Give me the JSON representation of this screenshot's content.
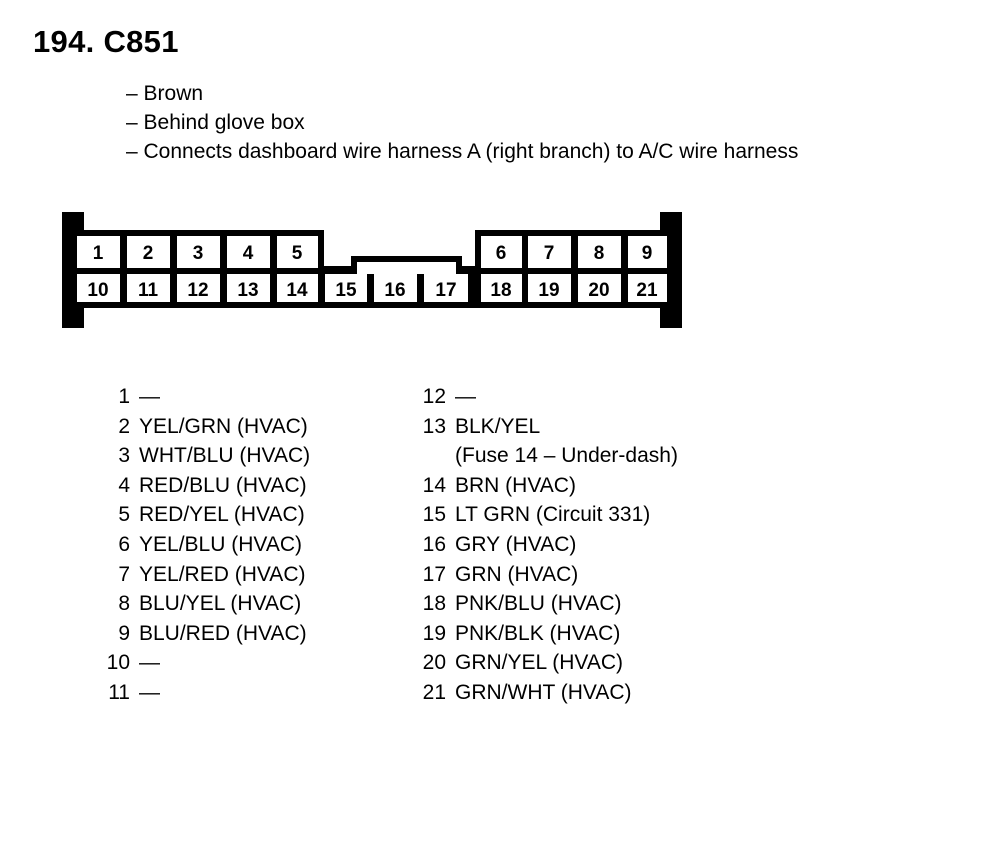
{
  "title": "194. C851",
  "description": [
    "– Brown",
    "– Behind glove box",
    "– Connects dashboard wire harness A (right branch) to A/C wire harness"
  ],
  "connector": {
    "top_row_left": [
      "1",
      "2",
      "3",
      "4",
      "5"
    ],
    "top_row_right": [
      "6",
      "7",
      "8",
      "9"
    ],
    "bottom_row": [
      "10",
      "11",
      "12",
      "13",
      "14",
      "15",
      "16",
      "17",
      "18",
      "19",
      "20",
      "21"
    ],
    "outline_color": "#000000",
    "fill_color": "#ffffff"
  },
  "pins_left": [
    {
      "num": "1",
      "label": "—"
    },
    {
      "num": "2",
      "label": "YEL/GRN (HVAC)"
    },
    {
      "num": "3",
      "label": "WHT/BLU (HVAC)"
    },
    {
      "num": "4",
      "label": "RED/BLU (HVAC)"
    },
    {
      "num": "5",
      "label": "RED/YEL (HVAC)"
    },
    {
      "num": "6",
      "label": "YEL/BLU (HVAC)"
    },
    {
      "num": "7",
      "label": "YEL/RED (HVAC)"
    },
    {
      "num": "8",
      "label": "BLU/YEL (HVAC)"
    },
    {
      "num": "9",
      "label": "BLU/RED (HVAC)"
    },
    {
      "num": "10",
      "label": "—"
    },
    {
      "num": "11",
      "label": "—"
    }
  ],
  "pins_right": [
    {
      "num": "12",
      "label": "—"
    },
    {
      "num": "13",
      "label": "BLK/YEL"
    },
    {
      "num": "",
      "label": "(Fuse 14 – Under-dash)",
      "continuation": true
    },
    {
      "num": "14",
      "label": "BRN (HVAC)"
    },
    {
      "num": "15",
      "label": "LT GRN (Circuit 331)"
    },
    {
      "num": "16",
      "label": "GRY (HVAC)"
    },
    {
      "num": "17",
      "label": "GRN (HVAC)"
    },
    {
      "num": "18",
      "label": "PNK/BLU (HVAC)"
    },
    {
      "num": "19",
      "label": "PNK/BLK (HVAC)"
    },
    {
      "num": "20",
      "label": "GRN/YEL (HVAC)"
    },
    {
      "num": "21",
      "label": "GRN/WHT (HVAC)"
    }
  ]
}
